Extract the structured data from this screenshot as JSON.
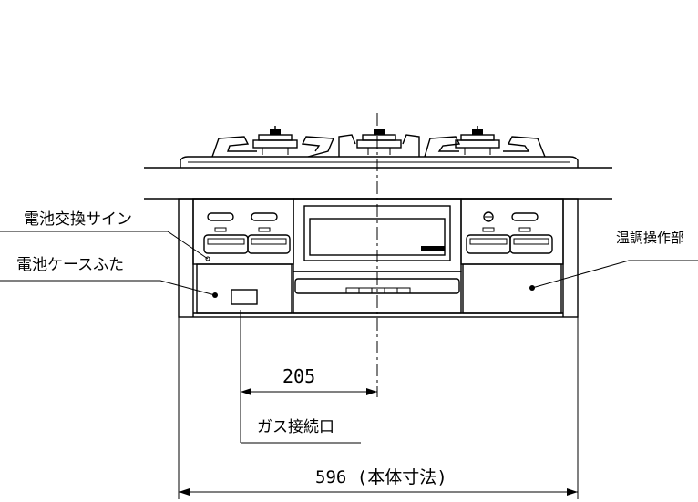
{
  "labels": {
    "battery_sign": "電池交換サイン",
    "battery_cover": "電池ケースふた",
    "temp_control": "温調操作部",
    "gas_connection": "ガス接続口"
  },
  "dimensions": {
    "gas_offset": "205",
    "body_width": "596 (本体寸法)"
  },
  "colors": {
    "line": "#000000",
    "background": "#ffffff"
  }
}
